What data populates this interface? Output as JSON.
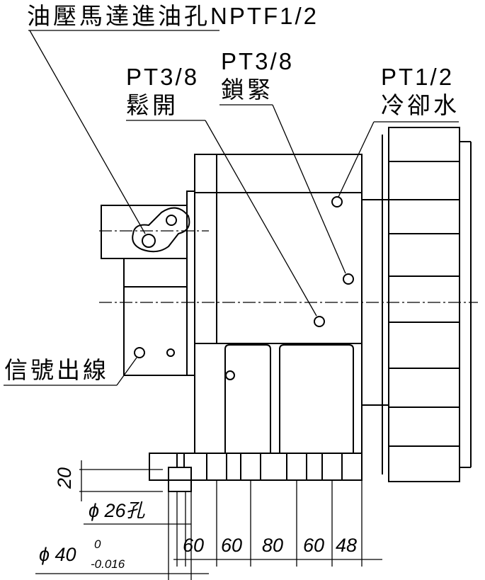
{
  "callouts": {
    "hydraulic_inlet": {
      "text": "油壓馬達進油孔",
      "spec": "NPTF1/2"
    },
    "loosen": {
      "size": "PT3/8",
      "text": "鬆開"
    },
    "lock": {
      "size": "PT3/8",
      "text": "鎖緊"
    },
    "coolant": {
      "size": "PT1/2",
      "text": "冷卻水"
    },
    "signal": {
      "text": "信號出線"
    }
  },
  "dimensions": {
    "height": "20",
    "hole_dia": "ϕ 26孔",
    "shaft_dia": "ϕ 40",
    "shaft_tol_upper": "0",
    "shaft_tol_lower": "-0.016",
    "spacings": [
      "60",
      "60",
      "80",
      "60",
      "48"
    ]
  },
  "colors": {
    "line": "#000000",
    "background": "#ffffff"
  }
}
